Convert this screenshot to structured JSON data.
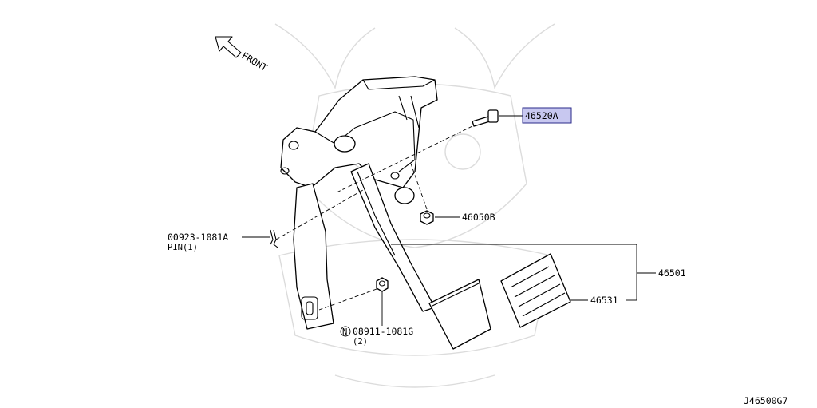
{
  "front_label": "FRONT",
  "diagram_code": "J46500G7",
  "parts": [
    {
      "id": "46520A",
      "label": "46520A",
      "highlighted": true
    },
    {
      "id": "46050B",
      "label": "46050B"
    },
    {
      "id": "00923-1081A",
      "label": "00923-1081A",
      "sub": "PIN(1)"
    },
    {
      "id": "46501",
      "label": "46501"
    },
    {
      "id": "46531",
      "label": "46531"
    },
    {
      "id": "08911-1081G",
      "label": "08911-1081G",
      "prefix": "N",
      "sub": "(2)"
    }
  ],
  "colors": {
    "highlight_fill": "#c8c8f0",
    "highlight_stroke": "#2a2a8a",
    "line": "#000000",
    "watermark": "#dcdcdc"
  }
}
